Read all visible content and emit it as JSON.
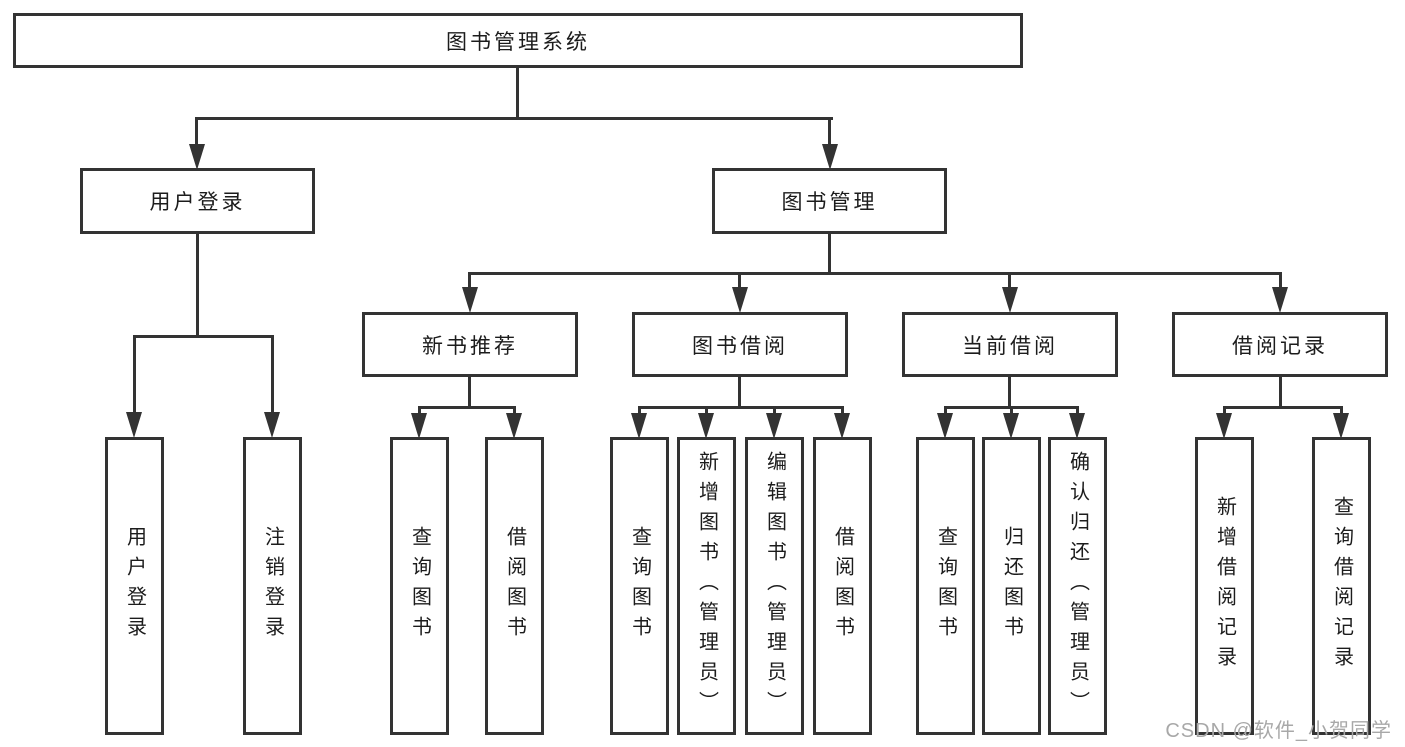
{
  "colors": {
    "line": "#333333",
    "text": "#1c1c1c",
    "background": "#ffffff",
    "watermark": "#a8a8a8"
  },
  "diagram": {
    "root": {
      "label": "图书管理系统"
    },
    "branches": {
      "user_login": {
        "label": "用户登录",
        "children": [
          "用户登录",
          "注销登录"
        ]
      },
      "book_management": {
        "label": "图书管理",
        "sections": [
          {
            "label": "新书推荐",
            "children": [
              "查询图书",
              "借阅图书"
            ]
          },
          {
            "label": "图书借阅",
            "children": [
              "查询图书",
              "新增图书（管理员）",
              "编辑图书（管理员）",
              "借阅图书"
            ]
          },
          {
            "label": "当前借阅",
            "children": [
              "查询图书",
              "归还图书",
              "确认归还（管理员）"
            ]
          },
          {
            "label": "借阅记录",
            "children": [
              "新增借阅记录",
              "查询借阅记录"
            ]
          }
        ]
      }
    }
  },
  "watermark": {
    "label": "CSDN @软件_小贺同学"
  }
}
